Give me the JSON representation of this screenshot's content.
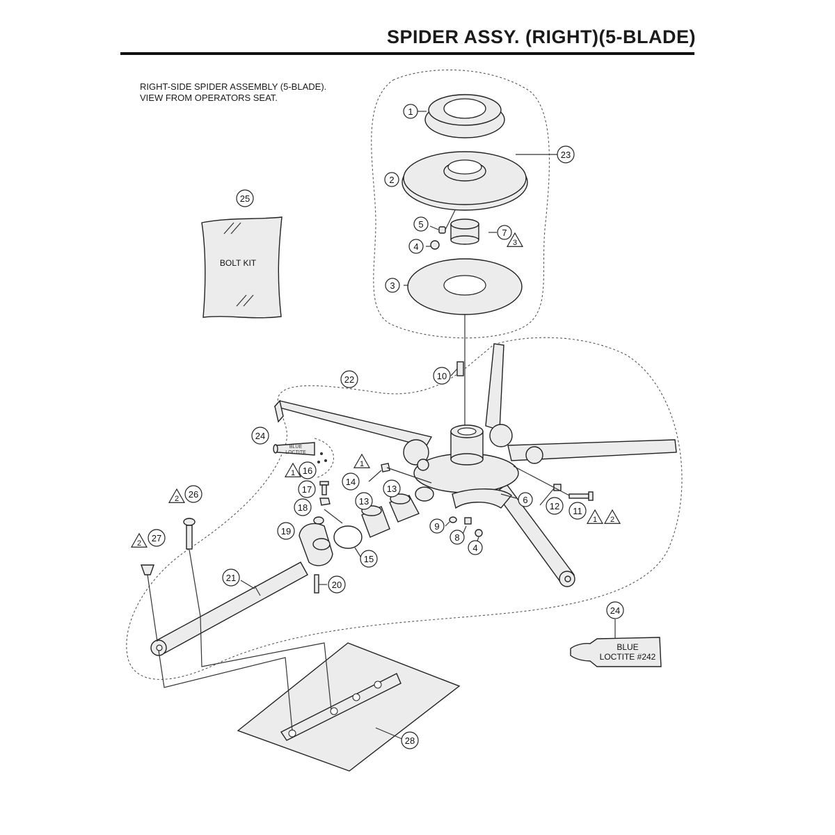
{
  "header": {
    "title": "SPIDER ASSY. (RIGHT)(5-BLADE)"
  },
  "description": {
    "line1": "RIGHT-SIDE SPIDER ASSEMBLY (5-BLADE).",
    "line2": "VIEW FROM OPERATORS SEAT."
  },
  "labels": {
    "bolt_kit": "BOLT KIT",
    "tube_small_line1": "BLUE",
    "tube_small_line2": "LOCTITE",
    "tube_big_line1": "BLUE",
    "tube_big_line2": "LOCTITE #242"
  },
  "callouts": [
    {
      "id": "1",
      "text": "1"
    },
    {
      "id": "2",
      "text": "2"
    },
    {
      "id": "3",
      "text": "3"
    },
    {
      "id": "4a",
      "text": "4"
    },
    {
      "id": "5",
      "text": "5"
    },
    {
      "id": "7",
      "text": "7"
    },
    {
      "id": "23",
      "text": "23"
    },
    {
      "id": "25",
      "text": "25"
    },
    {
      "id": "10",
      "text": "10"
    },
    {
      "id": "22",
      "text": "22"
    },
    {
      "id": "24a",
      "text": "24"
    },
    {
      "id": "16",
      "text": "16"
    },
    {
      "id": "17",
      "text": "17"
    },
    {
      "id": "18",
      "text": "18"
    },
    {
      "id": "14",
      "text": "14"
    },
    {
      "id": "13a",
      "text": "13"
    },
    {
      "id": "13b",
      "text": "13"
    },
    {
      "id": "6",
      "text": "6"
    },
    {
      "id": "12",
      "text": "12"
    },
    {
      "id": "11",
      "text": "11"
    },
    {
      "id": "9",
      "text": "9"
    },
    {
      "id": "8",
      "text": "8"
    },
    {
      "id": "4b",
      "text": "4"
    },
    {
      "id": "26",
      "text": "26"
    },
    {
      "id": "27",
      "text": "27"
    },
    {
      "id": "19",
      "text": "19"
    },
    {
      "id": "15",
      "text": "15"
    },
    {
      "id": "20",
      "text": "20"
    },
    {
      "id": "21",
      "text": "21"
    },
    {
      "id": "24b",
      "text": "24"
    },
    {
      "id": "28",
      "text": "28"
    }
  ],
  "notes": [
    {
      "id": "n7",
      "text": "3"
    },
    {
      "id": "n14",
      "text": "1"
    },
    {
      "id": "n16",
      "text": "1"
    },
    {
      "id": "n26",
      "text": "2"
    },
    {
      "id": "n27",
      "text": "2"
    },
    {
      "id": "n11a",
      "text": "1"
    },
    {
      "id": "n11b",
      "text": "2"
    }
  ]
}
